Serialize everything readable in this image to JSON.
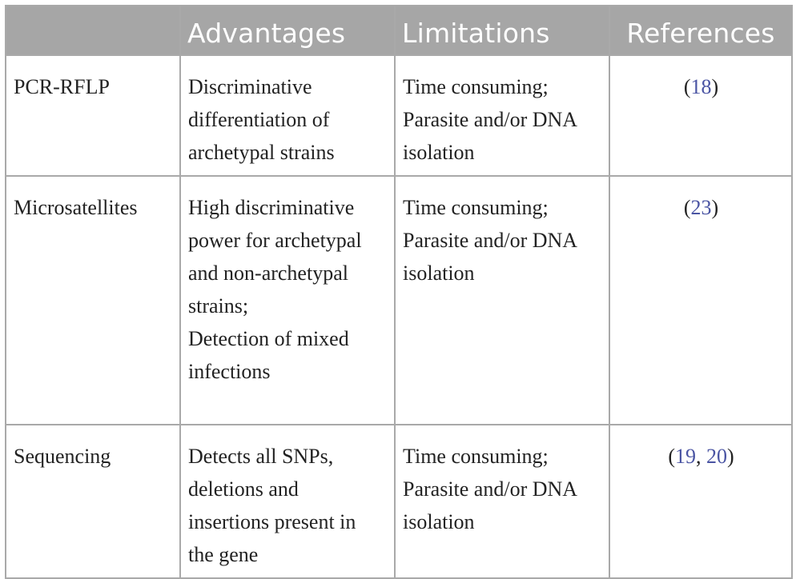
{
  "table": {
    "headers": [
      "",
      "Advantages",
      "Limitations",
      "References"
    ],
    "rows": [
      {
        "method": "PCR-RFLP",
        "advantages": [
          "Discriminative",
          "differentiation of",
          "archetypal strains"
        ],
        "limitations": [
          "Time consuming;",
          "Parasite and/or DNA",
          "isolation"
        ],
        "refs": [
          "18"
        ]
      },
      {
        "method": "Microsatellites",
        "advantages": [
          "High discriminative",
          "power for archetypal",
          "and non-archetypal",
          "strains;",
          "Detection of mixed",
          "infections"
        ],
        "limitations": [
          "Time consuming;",
          "Parasite and/or DNA",
          "isolation"
        ],
        "refs": [
          "23"
        ]
      },
      {
        "method": "Sequencing",
        "advantages": [
          "Detects all SNPs,",
          "deletions and",
          "insertions present in",
          "the gene"
        ],
        "limitations": [
          "Time consuming;",
          "Parasite and/or DNA",
          "isolation"
        ],
        "refs": [
          "19",
          "20"
        ]
      }
    ]
  },
  "colors": {
    "header_bg": "#a6a6a6",
    "header_text": "#ffffff",
    "border": "#a9a9a9",
    "ref_link": "#4a54a3"
  }
}
